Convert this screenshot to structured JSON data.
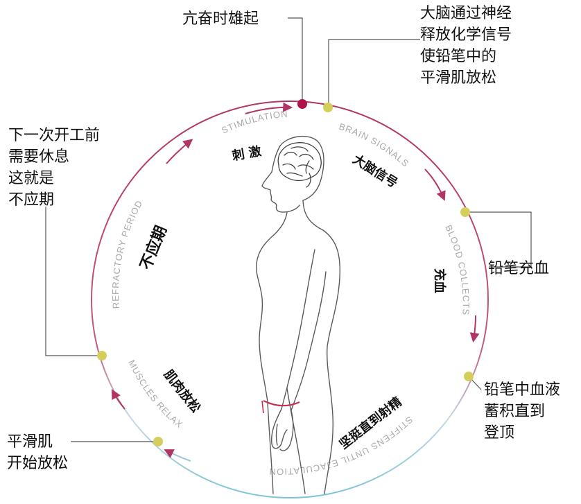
{
  "colors": {
    "ring_top": "#b03565",
    "ring_bottom": "#7ec3d6",
    "stimulation_dot": "#b0124c",
    "stage_dot": "#d4cf5c",
    "leader_line": "#555555",
    "figure_line": "#5a5a5a",
    "arm_band": "#c4324f",
    "english_label": "#a9a9a9",
    "chinese_label": "#111111"
  },
  "stages": {
    "stimulation": {
      "en": "STIMULATION",
      "zh": "刺 激",
      "callout": "亢奋时雄起"
    },
    "brain_signals": {
      "en": "BRAIN SIGNALS",
      "zh": "大脑信号",
      "callout": "大脑通过神经\n释放化学信号\n使铅笔中的\n平滑肌放松"
    },
    "blood_collects": {
      "en": "BLOOD COLLECTS",
      "zh": "充血",
      "callout": "铅笔充血"
    },
    "stiffens": {
      "en": "STIFFENS UNTIL EJACULATION",
      "zh": "坚挺直到射精",
      "callout": "铅笔中血液\n蓄积直到\n登顶"
    },
    "muscles_relax": {
      "en": "MUSCLES RELAX",
      "zh": "肌肉放松",
      "callout": "平滑肌\n开始放松"
    },
    "refractory": {
      "en": "REFRACTORY PERIOD",
      "zh": "不应期",
      "callout": "下一次开工前\n需要休息\n这就是\n不应期"
    }
  },
  "icons": {
    "figure": "human-profile-figure-icon",
    "brain": "brain-icon"
  }
}
